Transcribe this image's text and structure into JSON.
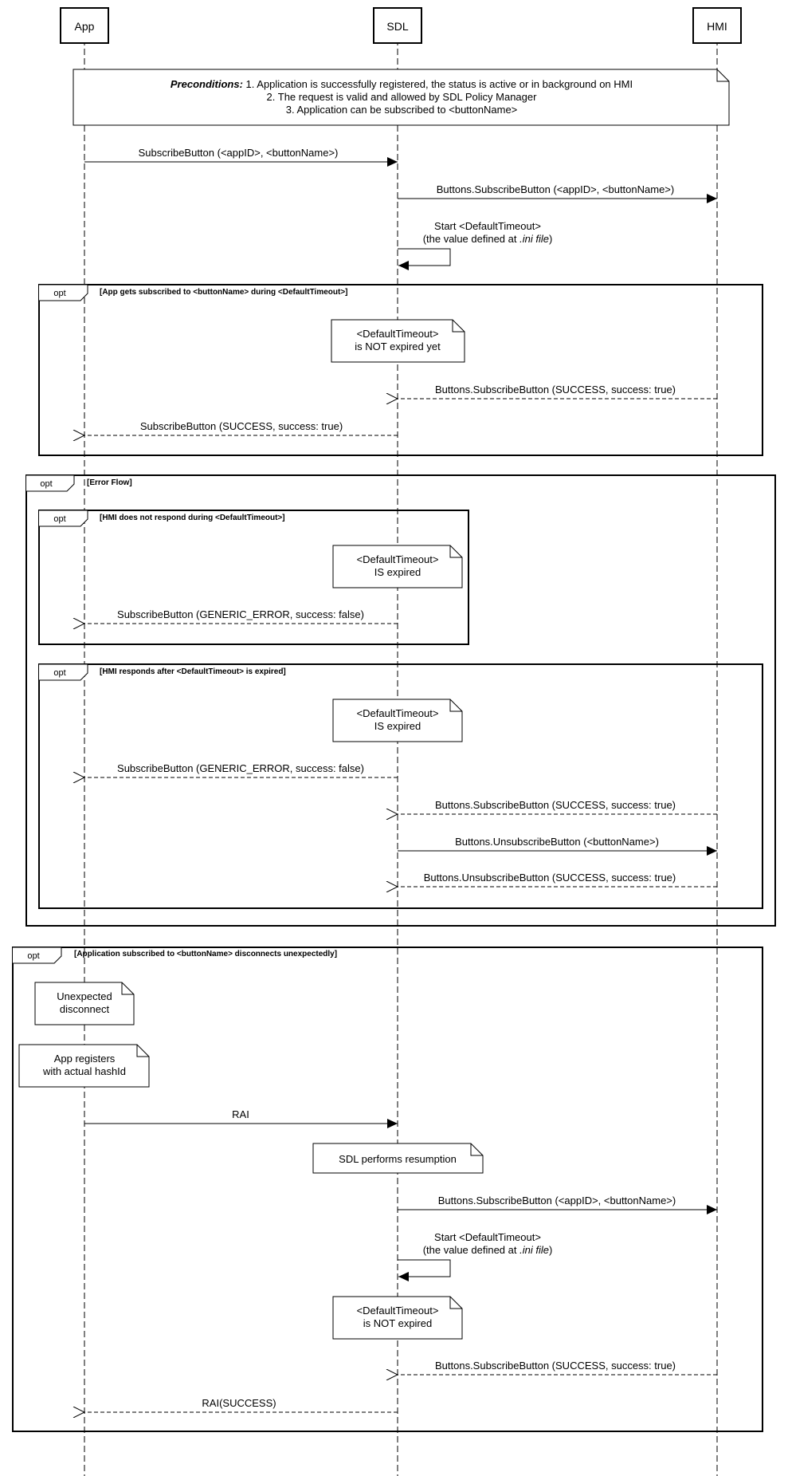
{
  "participants": [
    {
      "id": "app",
      "label": "App"
    },
    {
      "id": "sdl",
      "label": "SDL"
    },
    {
      "id": "hmi",
      "label": "HMI"
    }
  ],
  "preconditions": {
    "heading": "Preconditions:",
    "line1": "1. Application is successfully registered, the status is active or in background on HMI",
    "line2": "2. The request is valid and allowed by SDL Policy Manager",
    "line3": "3. Application can be subscribed to <buttonName>"
  },
  "messages": {
    "m1": "SubscribeButton (<appID>, <buttonName>)",
    "m2": "Buttons.SubscribeButton (<appID>, <buttonName>)",
    "m3_line1": "Start <DefaultTimeout>",
    "m3_line2_pre": "(the value defined at ",
    "m3_line2_em": ".ini file",
    "m3_line2_post": ")",
    "m4": "Buttons.SubscribeButton (SUCCESS, success: true)",
    "m5": "SubscribeButton (SUCCESS, success: true)",
    "m6": "SubscribeButton (GENERIC_ERROR, success: false)",
    "m7": "SubscribeButton (GENERIC_ERROR, success: false)",
    "m8": "Buttons.SubscribeButton (SUCCESS, success: true)",
    "m9": "Buttons.UnsubscribeButton (<buttonName>)",
    "m10": "Buttons.UnsubscribeButton (SUCCESS, success: true)",
    "m11": "RAI",
    "m12": "Buttons.SubscribeButton (<appID>, <buttonName>)",
    "m13_line1": "Start <DefaultTimeout>",
    "m13_line2_pre": "(the value defined at ",
    "m13_line2_em": ".ini file",
    "m13_line2_post": ")",
    "m14": "Buttons.SubscribeButton (SUCCESS, success: true)",
    "m15": "RAI(SUCCESS)"
  },
  "notes": {
    "n1_line1": "<DefaultTimeout>",
    "n1_line2": "is NOT expired yet",
    "n2_line1": "<DefaultTimeout>",
    "n2_line2": "IS expired",
    "n3_line1": "<DefaultTimeout>",
    "n3_line2": "IS expired",
    "n4_line1": "Unexpected",
    "n4_line2": "disconnect",
    "n5_line1": "App registers",
    "n5_line2": "with actual hashId",
    "n6": "SDL performs resumption",
    "n7_line1": "<DefaultTimeout>",
    "n7_line2": "is NOT expired"
  },
  "fragments": {
    "f1_tag": "opt",
    "f1_guard": "[App gets subscribed to <buttonName> during <DefaultTimeout>]",
    "f2_tag": "opt",
    "f2_guard": "[Error Flow]",
    "f3_tag": "opt",
    "f3_guard": "[HMI does not respond during <DefaultTimeout>]",
    "f4_tag": "opt",
    "f4_guard": "[HMI responds after <DefaultTimeout> is expired]",
    "f5_tag": "opt",
    "f5_guard": "[Application subscribed to <buttonName> disconnects unexpectedly]"
  }
}
